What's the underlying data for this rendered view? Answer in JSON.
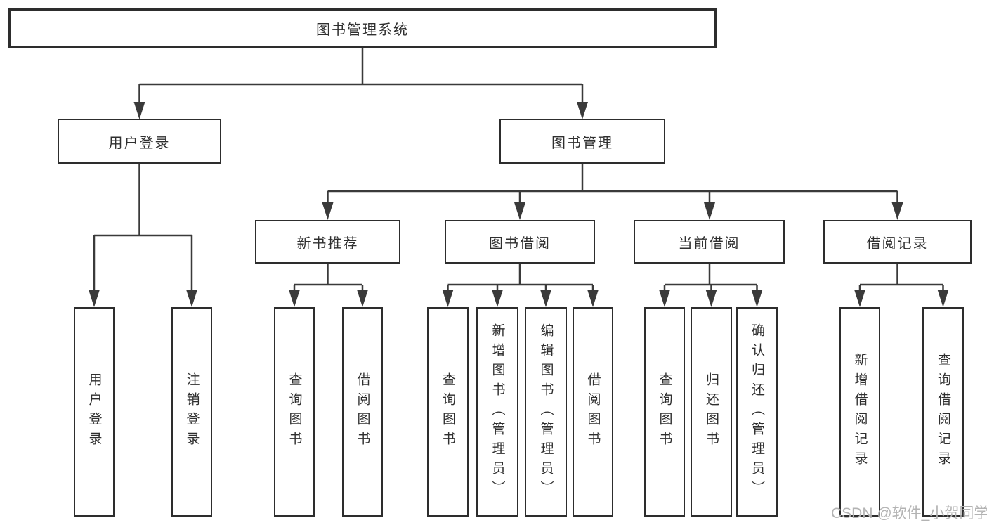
{
  "diagram_title": "图书管理系统",
  "watermark": "CSDN @软件_小贺同学",
  "colors": {
    "background": "#ffffff",
    "line": "#3a3a3a",
    "box_border": "#2d2d2d",
    "box_fill": "#ffffff",
    "text": "#2f2f2f",
    "watermark": "#b3b3b3"
  },
  "tree": {
    "label": "图书管理系统",
    "children": [
      {
        "label": "用户登录",
        "children": [
          {
            "label": "用户登录"
          },
          {
            "label": "注销登录"
          }
        ]
      },
      {
        "label": "图书管理",
        "children": [
          {
            "label": "新书推荐",
            "children": [
              {
                "label": "查询图书"
              },
              {
                "label": "借阅图书"
              }
            ]
          },
          {
            "label": "图书借阅",
            "children": [
              {
                "label": "查询图书"
              },
              {
                "label": "新增图书（管理员）"
              },
              {
                "label": "编辑图书（管理员）"
              },
              {
                "label": "借阅图书"
              }
            ]
          },
          {
            "label": "当前借阅",
            "children": [
              {
                "label": "查询图书"
              },
              {
                "label": "归还图书"
              },
              {
                "label": "确认归还（管理员）"
              }
            ]
          },
          {
            "label": "借阅记录",
            "children": [
              {
                "label": "新增借阅记录"
              },
              {
                "label": "查询借阅记录"
              }
            ]
          }
        ]
      }
    ]
  }
}
